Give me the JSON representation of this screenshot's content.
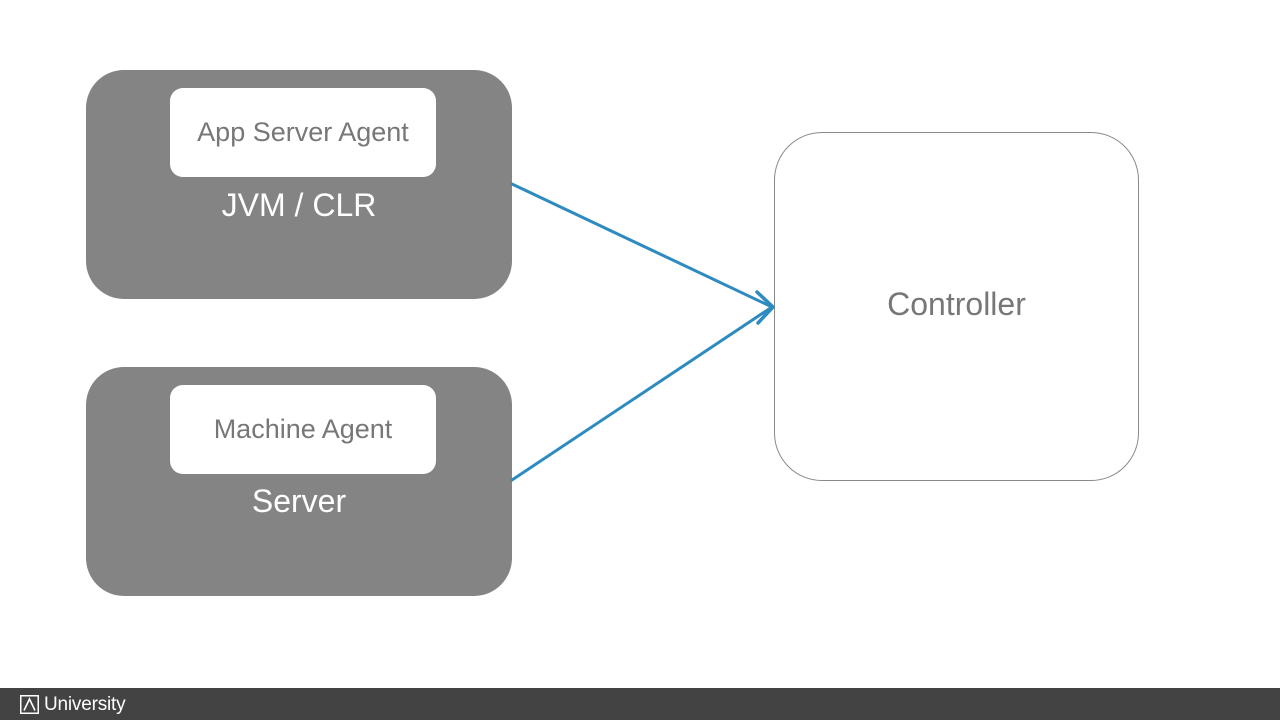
{
  "colors": {
    "host_fill": "#838483",
    "agent_fill": "#ffffff",
    "agent_text": "#777777",
    "host_text": "#ffffff",
    "controller_text": "#777777",
    "controller_border": "#8a8a8a",
    "arrow": "#2e8bbf",
    "footer_bg": "#424342",
    "footer_text": "#ffffff"
  },
  "hosts": [
    {
      "agent_label": "App Server Agent",
      "host_label": "JVM / CLR"
    },
    {
      "agent_label": "Machine Agent",
      "host_label": "Server"
    }
  ],
  "controller": {
    "label": "Controller"
  },
  "footer": {
    "logo_icon": "university-logo-icon",
    "text": "University"
  }
}
